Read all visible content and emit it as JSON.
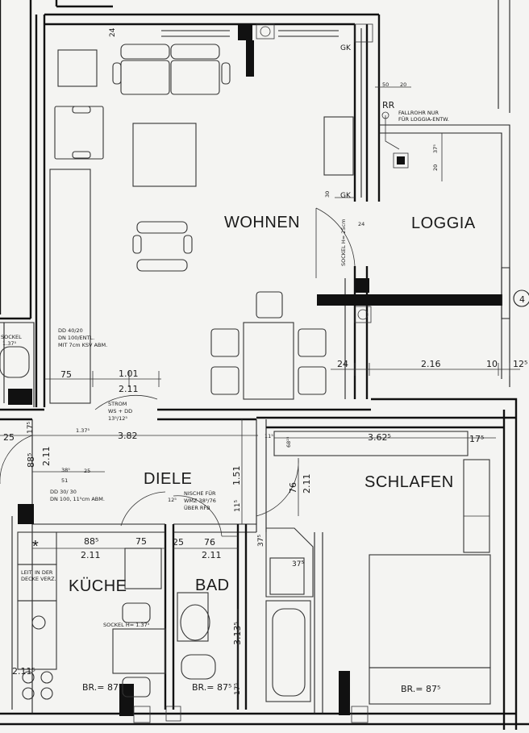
{
  "rooms": {
    "wohnen": "WOHNEN",
    "loggia": "LOGGIA",
    "diele": "DIELE",
    "schlafen": "SCHLAFEN",
    "kueche": "KÜCHE",
    "bad": "BAD"
  },
  "labels": {
    "gk_top": "GK",
    "gk_bottom": "GK",
    "rr": "RR",
    "fallrohr": "FALLROHR NUR",
    "fallrohr2": "FÜR LOGGIA-ENTW.",
    "sockel_wohnen": "SOCKEL H= 25cm",
    "sockel_kueche": "SOCKEL H= 1.37⁵",
    "dd_top_1": "DD 40/20",
    "dd_top_2": "DN 100/ENTL.",
    "dd_top_3": "MIT 7cm KSV ABM.",
    "dd_mid_1": "DD 30/ 30",
    "dd_mid_2": "DN 100, 11⁵cm ABM.",
    "strom_1": "STROM",
    "strom_2": "WS + DD",
    "strom_3": "13⁵/12⁵",
    "nische_1": "NISCHE FÜR",
    "nische_2": "WMZ 38⁵/76",
    "nische_3": "ÜBER RFB",
    "leit_1": "LEIT. IN DER",
    "leit_2": "DECKE VERZ.",
    "sockel_left": "SOCKEL",
    "sockel_left_val": "1.37⁵",
    "br_kueche": "BR.= 87⁵",
    "br_bad": "BR.= 87⁵",
    "br_schlafen": "BR.= 87⁵",
    "asterisk": "*",
    "axis_mark": "4"
  },
  "dims": {
    "d24_top": "24",
    "d50": "50",
    "d20a": "20",
    "d37": "37⁵",
    "d20b": "20",
    "d30": "30",
    "d24_mid": "24",
    "d75": "75",
    "d101": "1.01",
    "d211a": "2.11",
    "d24_loggia": "24",
    "d216": "2.16",
    "d10": "10",
    "d12": "12⁵",
    "d25": "25",
    "d17": "17⁵",
    "d382": "3.82",
    "d211_rot": "2.11",
    "d885_rot": "88⁵",
    "d137": "1.37⁵",
    "d11": "11⁵",
    "d68": "68²⁵",
    "d3625": "3.62⁵",
    "d175_r": "17⁵",
    "d385": "38⁵",
    "d25b": "25",
    "d51": "51",
    "d151": "1.51",
    "d76_rot": "76",
    "d211_rot2": "2.11",
    "d115": "11⁵",
    "d12_5": "12⁵",
    "d885": "88⁵",
    "d75b": "75",
    "d211b": "2.11",
    "d25c": "25",
    "d76": "76",
    "d211c": "2.11",
    "d375_rot": "37⁵",
    "d375": "37⁵",
    "d3135": "3.13⁵",
    "d2115": "2.11⁵",
    "d175_bad": "17⁵"
  }
}
